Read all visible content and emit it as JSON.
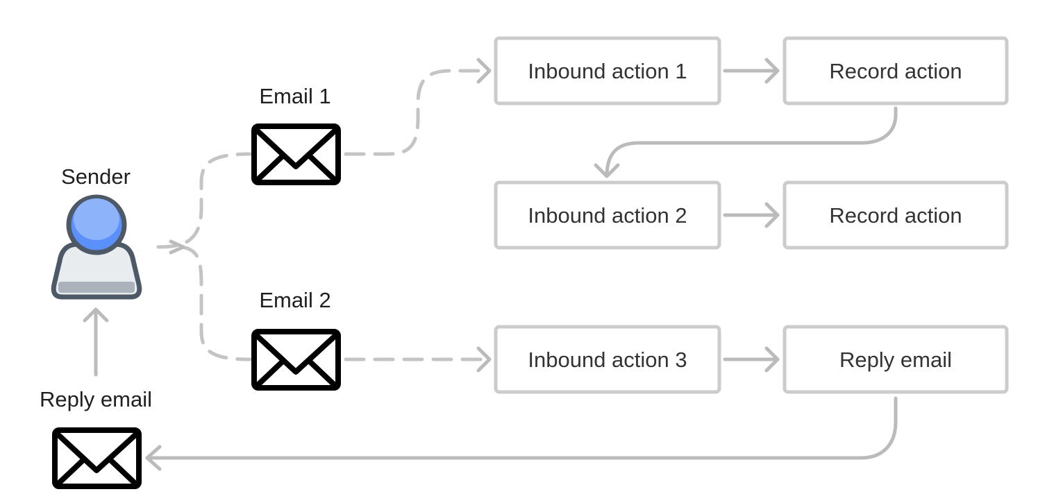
{
  "sender": {
    "label": "Sender",
    "icon": "person-icon",
    "colors": {
      "head": "#5b8ff9",
      "body": "#e9ecef",
      "outline": "#4d5966"
    }
  },
  "emails": [
    {
      "label": "Email 1",
      "icon": "envelope-icon"
    },
    {
      "label": "Email 2",
      "icon": "envelope-icon"
    }
  ],
  "reply": {
    "label": "Reply email",
    "icon": "envelope-icon"
  },
  "nodes": {
    "inbound1": "Inbound action 1",
    "record1": "Record action",
    "inbound2": "Inbound action 2",
    "record2": "Record action",
    "inbound3": "Inbound action 3",
    "reply_node": "Reply email"
  },
  "colors": {
    "box_border": "#cccccc",
    "connector": "#bbbbbb",
    "envelope": "#000000"
  }
}
